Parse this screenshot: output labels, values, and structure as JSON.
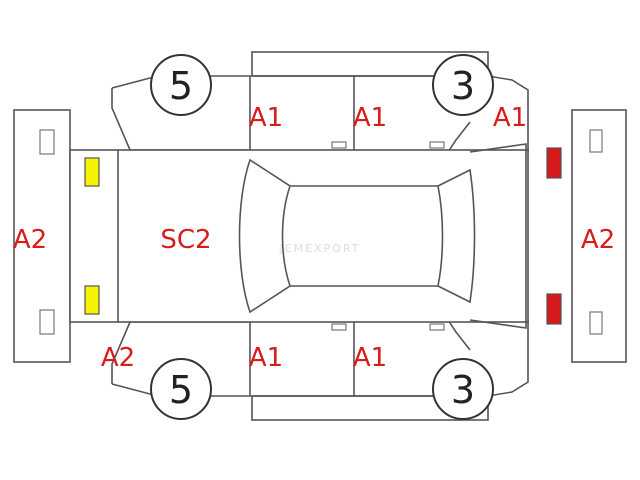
{
  "codes": {
    "sc2": "SC2",
    "a1_top_left_door": "A1",
    "a1_top_right_door": "A1",
    "a1_top_right_corner": "A1",
    "a1_bottom_left_door": "A1",
    "a1_bottom_right_door": "A1",
    "a2_front_bumper": "A2",
    "a2_rear_bumper": "A2",
    "a2_bottom_left_corner": "A2"
  },
  "tires": {
    "top_left": "5",
    "top_right": "3",
    "bottom_left": "5",
    "bottom_right": "3"
  },
  "watermark": "JEMEXPORT",
  "colors": {
    "damage_code": "#d81b1b",
    "headlight_marker": "#f6f300",
    "taillight_marker": "#d41a1a",
    "outline": "#555555"
  }
}
